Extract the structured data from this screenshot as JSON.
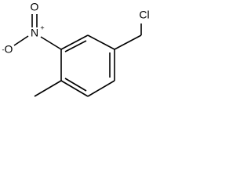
{
  "structure": {
    "atoms": {
      "nitro_n": "N",
      "nitro_o_top": "O",
      "nitro_o_left": "O",
      "nitro_n_charge": "+",
      "nitro_o_charge": "-",
      "chlorine": "Cl"
    }
  }
}
